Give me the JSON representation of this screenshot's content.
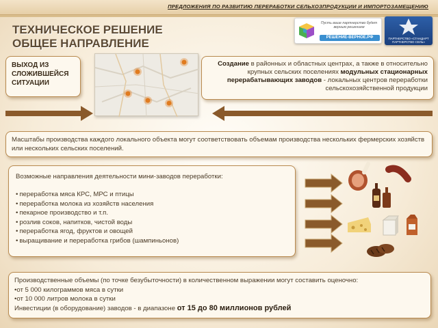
{
  "header": {
    "banner_text": "ПРЕДЛОЖЕНИЯ ПО РАЗВИТИЮ ПЕРЕРАБОТКИ СЕЛЬХОЗПРОДУКЦИИ И ИМПОРТОЗАМЕЩЕНИЮ",
    "title_line1": "ТЕХНИЧЕСКОЕ РЕШЕНИЕ",
    "title_line2": "ОБЩЕЕ НАПРАВЛЕНИЕ"
  },
  "logos": {
    "slogan": "Пусть ваше партнерство будет верным решением",
    "brand_name": "РЕШЕНИЕ-ВЕРНОЕ.РФ",
    "emblem_label": "ПАРТНЕРСТВО «СТАНДАРТ ПАРТНЕРСТВО СЕЛЬ»"
  },
  "exit_box": {
    "line1": "ВЫХОД ИЗ",
    "line2": "СЛОЖИВШЕЙСЯ",
    "line3": "СИТУАЦИИ"
  },
  "creation_box": {
    "part1": "Создание",
    "part2": " в районных и областных центрах, а также в относительно крупных сельских поселениях ",
    "part3": "модульных стационарных перерабатывающих заводов",
    "part4": " - локальных центров переработки сельскохозяйственной продукции"
  },
  "scale_box": {
    "text": "Масштабы производства каждого локального объекта могут соответствовать объемам производства нескольких фермерских хозяйств или нескольких сельских поселений."
  },
  "directions": {
    "heading": "Возможные направления деятельности мини-заводов переработки:",
    "items": [
      "переработка мяса КРС, МРС и птицы",
      "переработка молока из хозяйств населения",
      "пекарное производство и т.п.",
      "розлив соков, напитков, чистой воды",
      "переработка ягод, фруктов и овощей",
      "выращивание и переработка грибов (шампиньонов)"
    ]
  },
  "production": {
    "line1": "Производственные объемы (по точке безубыточности) в количественном выражении могут составить оценочно:",
    "line2": "•от 5 000 килограммов мяса в сутки",
    "line3": "•от 10 000 литров молока в сутки",
    "line4_prefix": "Инвестиции (в оборудование) заводов - в диапазоне ",
    "line4_emphasis": "от 15 до 80 миллионов рублей"
  },
  "icons": {
    "map": "map-with-markers-icon",
    "arrow_right": "arrow-right-icon",
    "arrow_left": "arrow-left-icon",
    "food": [
      "ham-icon",
      "sausage-icon",
      "bottles-icon",
      "cheese-icon",
      "milk-carton-icon",
      "bread-icon"
    ]
  },
  "colors": {
    "arrow_brown": "#8a5a2b",
    "box_border": "#b8894e",
    "marker_orange": "#e07b1f"
  }
}
